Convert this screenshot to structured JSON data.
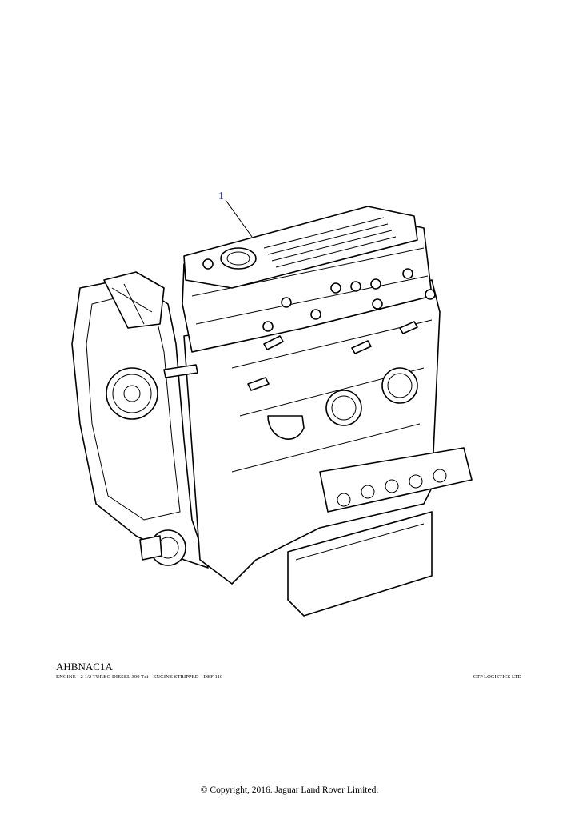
{
  "callout": {
    "label": "1"
  },
  "reference_code": "AHBNAC1A",
  "caption": "ENGINE - 2 1/2 TURBO DIESEL 300 Tdi - ENGINE STRIPPED - DEF 110",
  "supplier": "CTP LOGISTICS LTD",
  "copyright": "© Copyright, 2016. Jaguar Land Rover Limited."
}
